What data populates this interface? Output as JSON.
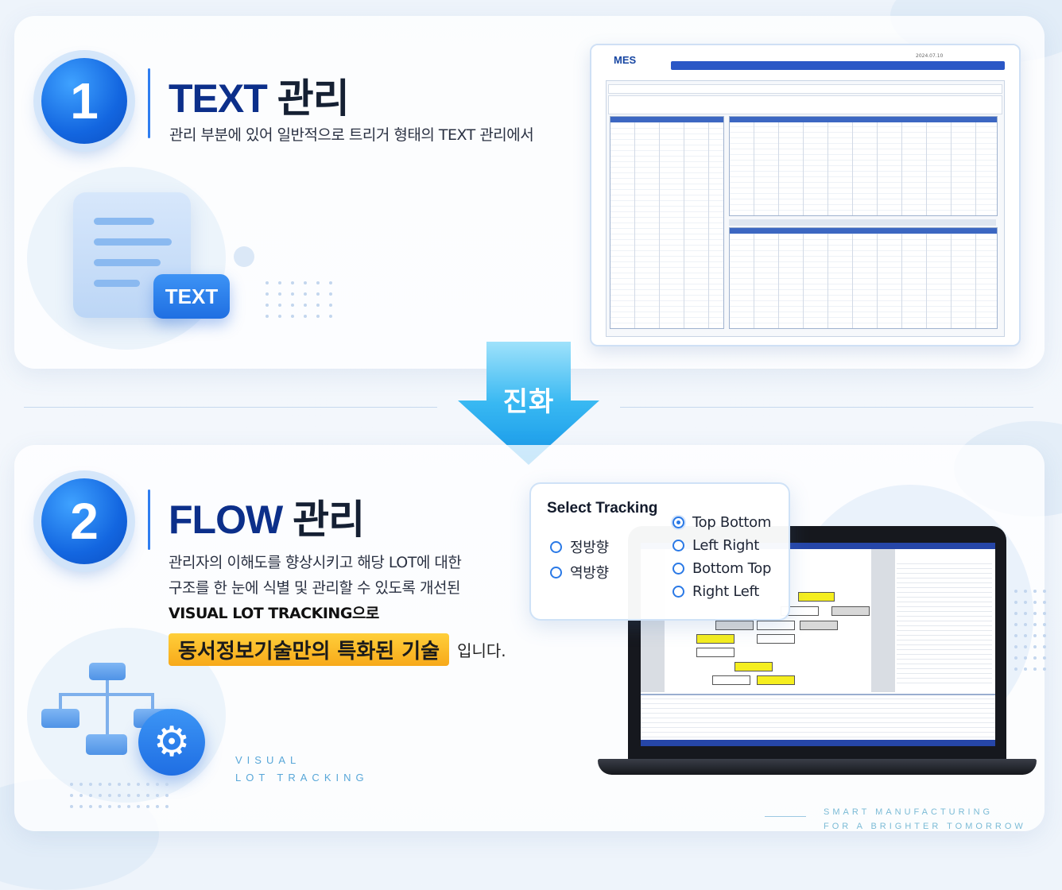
{
  "section1": {
    "number": "1",
    "title_en": "TEXT",
    "title_ko": "관리",
    "description": "관리 부분에 있어 일반적으로 트리거 형태의 TEXT 관리에서",
    "icon_badge": "TEXT",
    "icon": "document-icon",
    "screenshot": {
      "logo": "MES",
      "date": "2024.07.10",
      "description_icon": "mes-table-screenshot"
    }
  },
  "transition": {
    "label": "진화",
    "icon": "down-arrow-icon"
  },
  "section2": {
    "number": "2",
    "title_en": "FLOW",
    "title_ko": "관리",
    "description_line1": "관리자의 이해도를 향상시키고 해당 LOT에 대한",
    "description_line2": "구조를 한 눈에 식별 및 관리할 수 있도록 개선된",
    "description_line3": "VISUAL LOT TRACKING으로",
    "highlight": "동서정보기술만의 특화된 기술",
    "suffix": "입니다.",
    "tagline_line1": "VISUAL",
    "tagline_line2": "LOT TRACKING",
    "icon": "flowchart-gear-icon"
  },
  "select_tracking": {
    "title": "Select Tracking",
    "left_options": [
      {
        "label": "정방향",
        "selected": false
      },
      {
        "label": "역방향",
        "selected": false
      }
    ],
    "right_options": [
      {
        "label": "Top Bottom",
        "selected": true
      },
      {
        "label": "Left Right",
        "selected": false
      },
      {
        "label": "Bottom Top",
        "selected": false
      },
      {
        "label": "Right Left",
        "selected": false
      }
    ]
  },
  "footer": {
    "line1": "SMART MANUFACTURING",
    "line2": "FOR A BRIGHTER TOMORROW"
  },
  "colors": {
    "accent": "#1366e0",
    "title_blue": "#0c2f8a",
    "highlight": "#f7a91a"
  }
}
